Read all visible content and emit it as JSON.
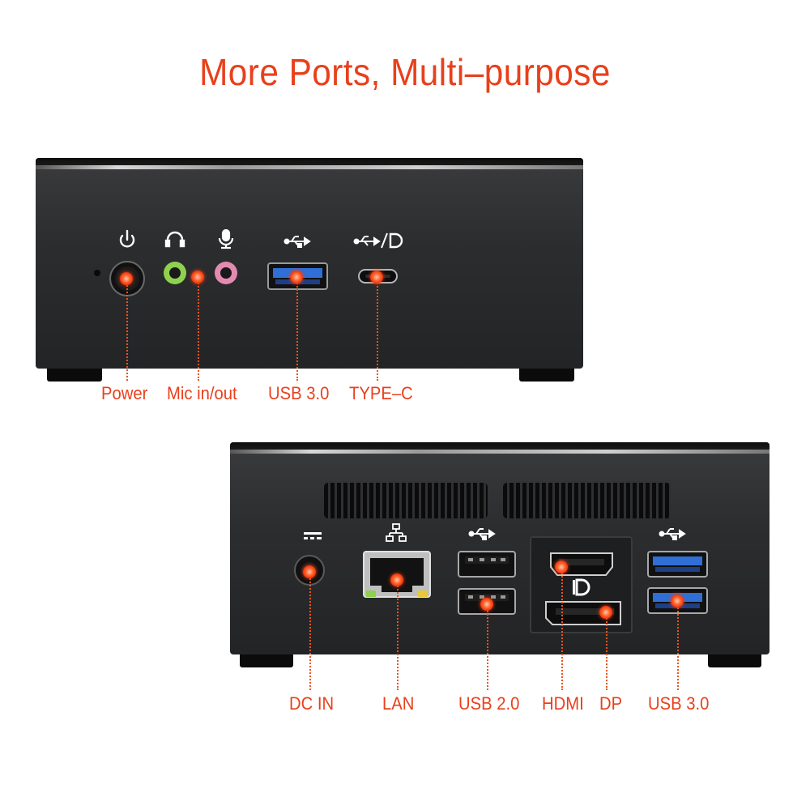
{
  "title": "More Ports, Multi–purpose",
  "colors": {
    "accent": "#e8401c",
    "leader": "#e8551e",
    "device_body": "#2c2d2f",
    "usb3_blue": "#2f6fd6",
    "audio_green": "#8fd14f",
    "audio_pink": "#e48ab0",
    "lan_led_green": "#8fd14f",
    "lan_led_yellow": "#e8c93a"
  },
  "front_panel": {
    "icons": [
      "power-icon",
      "headphone-icon",
      "microphone-icon",
      "usb-icon",
      "usb-dp-icon"
    ],
    "labels": {
      "power": "Power",
      "mic": "Mic in/out",
      "usb3": "USB 3.0",
      "typec": "TYPE–C"
    }
  },
  "rear_panel": {
    "icons": [
      "dc-icon",
      "network-icon",
      "usb-icon",
      "displayport-icon",
      "usb-icon"
    ],
    "labels": {
      "dcin": "DC IN",
      "lan": "LAN",
      "usb2": "USB 2.0",
      "hdmi": "HDMI",
      "dp": "DP",
      "usb3": "USB 3.0"
    }
  }
}
